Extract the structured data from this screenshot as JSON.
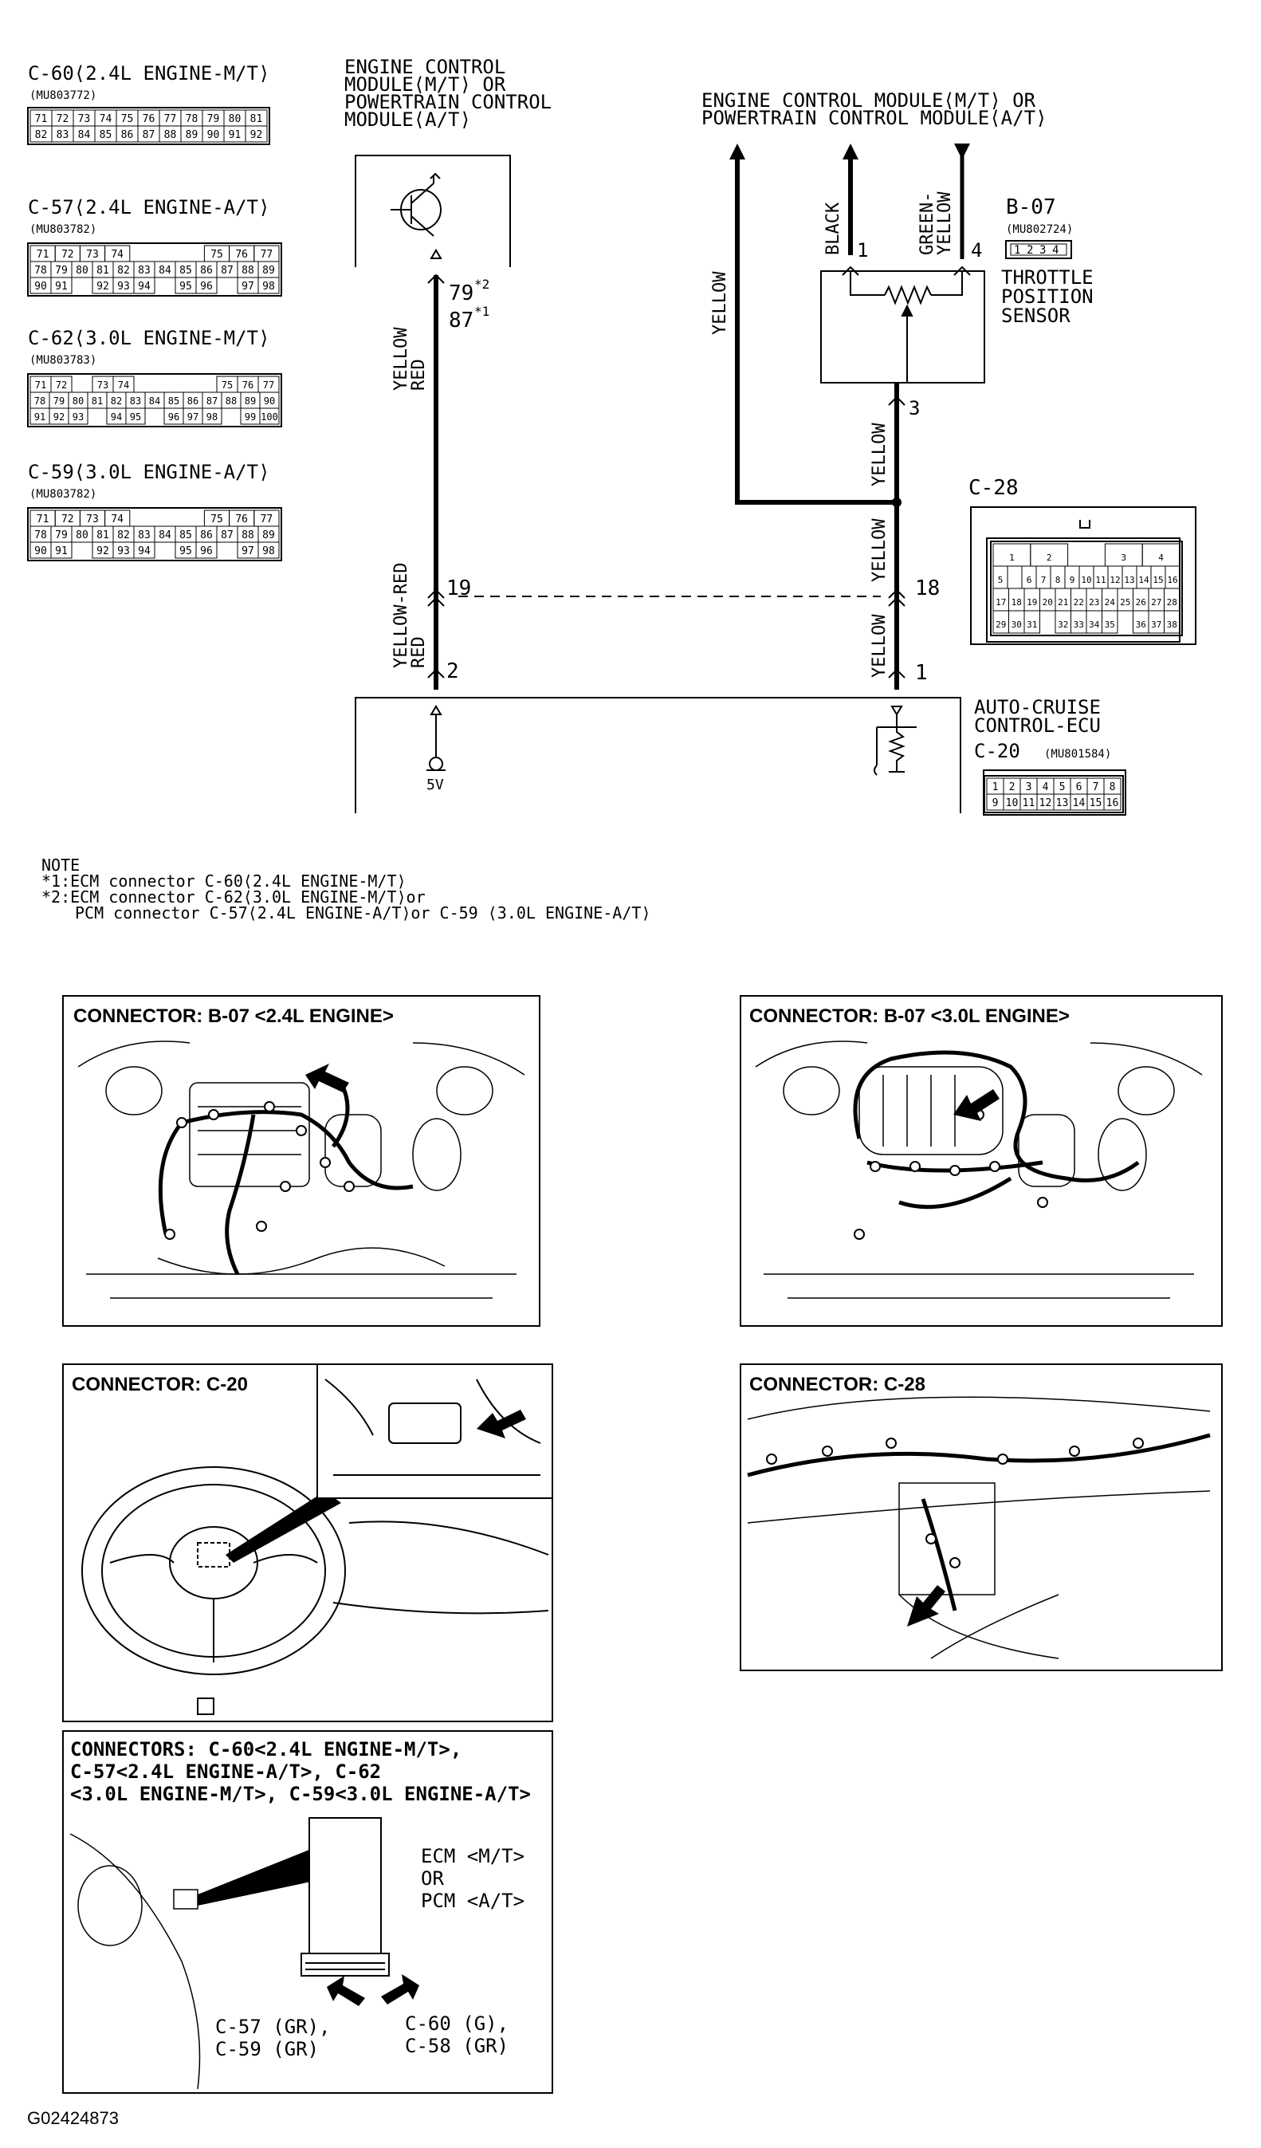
{
  "connectors_left": [
    {
      "title": "C-60⟨2.4L ENGINE-M/T⟩",
      "part": "(MU803772)",
      "rows": [
        [
          "71",
          "72",
          "73",
          "74",
          "75",
          "76",
          "77",
          "78",
          "79",
          "80",
          "81"
        ],
        [
          "82",
          "83",
          "84",
          "85",
          "86",
          "87",
          "88",
          "89",
          "90",
          "91",
          "92"
        ]
      ]
    },
    {
      "title": "C-57⟨2.4L ENGINE-A/T⟩",
      "part": "(MU803782)",
      "rows": [
        [
          "71",
          "72",
          "73",
          "74",
          "",
          "",
          "",
          "75",
          "76",
          "77"
        ],
        [
          "78",
          "79",
          "80",
          "81",
          "82",
          "83",
          "84",
          "85",
          "86",
          "87",
          "88",
          "89"
        ],
        [
          "90",
          "91",
          "",
          "92",
          "93",
          "94",
          "",
          "95",
          "96",
          "",
          "97",
          "98"
        ]
      ]
    },
    {
      "title": "C-62⟨3.0L ENGINE-M/T⟩",
      "part": "(MU803783)",
      "rows": [
        [
          "71",
          "72",
          "",
          "73",
          "74",
          "",
          "",
          "",
          "",
          "75",
          "76",
          "77"
        ],
        [
          "78",
          "79",
          "80",
          "81",
          "82",
          "83",
          "84",
          "85",
          "86",
          "87",
          "88",
          "89",
          "90"
        ],
        [
          "91",
          "92",
          "93",
          "",
          "94",
          "95",
          "",
          "96",
          "97",
          "98",
          "",
          "99",
          "100"
        ]
      ]
    },
    {
      "title": "C-59⟨3.0L ENGINE-A/T⟩",
      "part": "(MU803782)",
      "rows": [
        [
          "71",
          "72",
          "73",
          "74",
          "",
          "",
          "",
          "75",
          "76",
          "77"
        ],
        [
          "78",
          "79",
          "80",
          "81",
          "82",
          "83",
          "84",
          "85",
          "86",
          "87",
          "88",
          "89"
        ],
        [
          "90",
          "91",
          "",
          "92",
          "93",
          "94",
          "",
          "95",
          "96",
          "",
          "97",
          "98"
        ]
      ]
    }
  ],
  "ecm_left": {
    "label_lines": [
      "ENGINE CONTROL",
      "MODULE⟨M/T⟩ OR",
      "POWERTRAIN CONTROL",
      "MODULE⟨A/T⟩"
    ],
    "pin_a": "79",
    "pin_a_note": "*2",
    "pin_b": "87",
    "pin_b_note": "*1",
    "wire": "YELLOW-RED",
    "wire_lines": [
      "YELLOW",
      "RED"
    ]
  },
  "ecm_right": {
    "label_lines": [
      "ENGINE CONTROL MODULE⟨M/T⟩ OR",
      "POWERTRAIN CONTROL MODULE⟨A/T⟩"
    ]
  },
  "wires": {
    "yellow": "YELLOW",
    "black": "BLACK",
    "green_yellow_lines": [
      "GREEN-",
      "YELLOW"
    ]
  },
  "tps": {
    "connector": "B-07",
    "part": "(MU802724)",
    "label_lines": [
      "THROTTLE",
      "POSITION",
      "SENSOR"
    ],
    "pin1": "1",
    "pin3": "3",
    "pin4": "4",
    "pins": [
      "1",
      "2",
      "3",
      "4"
    ]
  },
  "c28": {
    "name": "C-28",
    "pin_left": "19",
    "pin_right": "18",
    "rows": [
      [
        "1",
        "2",
        "",
        "3",
        "4"
      ],
      [
        "5",
        "",
        "6",
        "7",
        "8",
        "9",
        "10",
        "11",
        "12",
        "13",
        "14",
        "15",
        "16"
      ],
      [
        "17",
        "18",
        "19",
        "20",
        "21",
        "22",
        "23",
        "24",
        "25",
        "26",
        "27",
        "28"
      ],
      [
        "29",
        "30",
        "31",
        "",
        "32",
        "33",
        "34",
        "35",
        "",
        "36",
        "37",
        "38"
      ]
    ]
  },
  "ecu": {
    "label_lines": [
      "AUTO-CRUISE",
      "CONTROL-ECU"
    ],
    "connector": "C-20",
    "part": "(MU801584)",
    "pin_left": "2",
    "pin_right": "1",
    "voltage": "5V",
    "rows": [
      [
        "1",
        "2",
        "3",
        "4",
        "5",
        "6",
        "7",
        "8"
      ],
      [
        "9",
        "10",
        "11",
        "12",
        "13",
        "14",
        "15",
        "16"
      ]
    ]
  },
  "note": {
    "title": "NOTE",
    "line1": "*1:ECM connector C-60⟨2.4L ENGINE-M/T⟩",
    "line2": "*2:ECM connector C-62⟨3.0L ENGINE-M/T⟩or",
    "line3": "PCM connector C-57⟨2.4L ENGINE-A/T⟩or C-59 ⟨3.0L ENGINE-A/T⟩"
  },
  "panels": {
    "b07_24": "CONNECTOR: B-07 <2.4L ENGINE>",
    "b07_30": "CONNECTOR: B-07 <3.0L ENGINE>",
    "c20": "CONNECTOR: C-20",
    "c28": "CONNECTOR: C-28",
    "ecm_title_lines": [
      "CONNECTORS: C-60<2.4L ENGINE-M/T>,",
      "C-57<2.4L ENGINE-A/T>, C-62",
      "<3.0L ENGINE-M/T>, C-59<3.0L ENGINE-A/T>"
    ],
    "ecm_label_lines": [
      "ECM <M/T>",
      "OR",
      "PCM <A/T>"
    ],
    "left_conn_lines": [
      "C-57 (GR),",
      "C-59 (GR)"
    ],
    "right_conn_lines": [
      "C-60 (G),",
      "C-58 (GR)"
    ]
  },
  "figure_id": "G02424873"
}
